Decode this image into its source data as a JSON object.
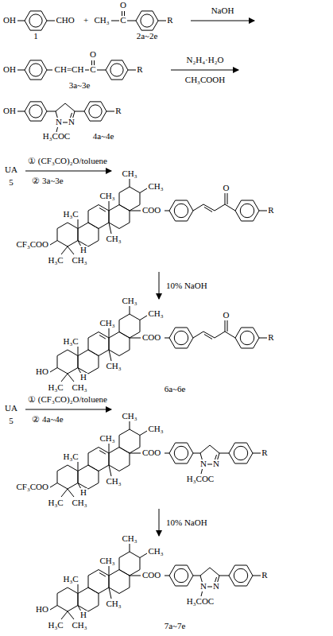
{
  "diagram": {
    "labels": [
      "OH",
      "CHO",
      "1",
      "+",
      "CH₃",
      "C",
      "O",
      "R",
      "2a~2e",
      "NaOH",
      "OH",
      "CH=CH",
      "C",
      "O",
      "R",
      "3a~3e",
      "N₂H₄·H₂O",
      "CH₃COOH",
      "OH",
      "N",
      "N",
      "H₃COC",
      "R",
      "4a~4e",
      "UA",
      "5",
      "① (CF₃CO)₂O/toluene",
      "② 3a~3e",
      "CF₃COO",
      "H₃C",
      "CH₃",
      "H",
      "H₃C",
      "CH₃",
      "CH₃",
      "CH₃",
      "CH₃",
      "COO",
      "O",
      "R",
      "10% NaOH",
      "HO",
      "H₃C",
      "CH₃",
      "H",
      "H₃C",
      "CH₃",
      "CH₃",
      "CH₃",
      "CH₃",
      "COO",
      "O",
      "R",
      "6a~6e",
      "UA",
      "5",
      "① (CF₃CO)₂O/toluene",
      "② 4a~4e",
      "CF₃COO",
      "H₃C",
      "CH₃",
      "H",
      "H₃C",
      "CH₃",
      "CH₃",
      "CH₃",
      "CH₃",
      "COO",
      "N",
      "N",
      "H₃COC",
      "R",
      "10% NaOH",
      "HO",
      "H₃C",
      "CH₃",
      "H",
      "H₃C",
      "CH₃",
      "CH₃",
      "CH₃",
      "CH₃",
      "COO",
      "N",
      "N",
      "H₃COC",
      "R",
      "7a~7e"
    ]
  }
}
